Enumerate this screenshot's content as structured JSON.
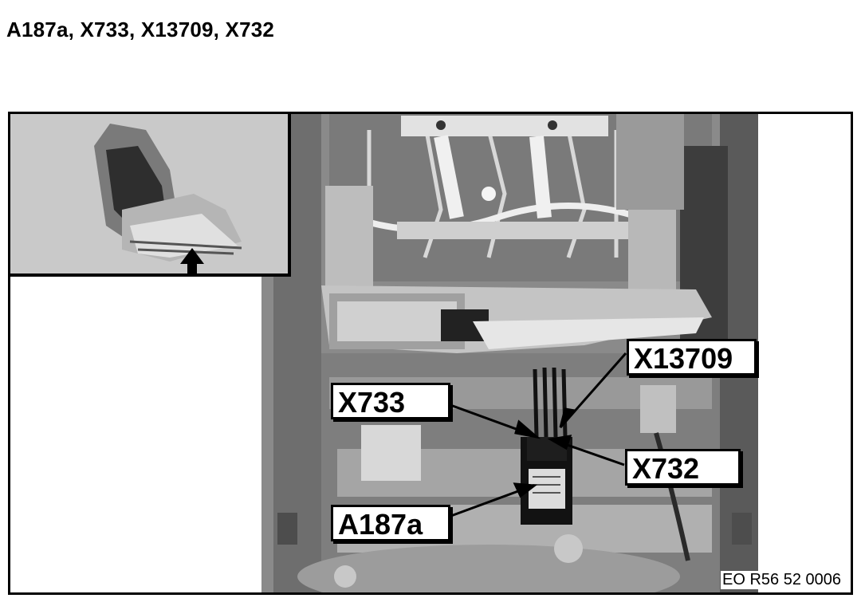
{
  "document": {
    "title": "A187a, X733, X13709, X732"
  },
  "figure": {
    "reference": "EO R56 52 0006",
    "callouts": {
      "x13709": "X13709",
      "x733": "X733",
      "x732": "X732",
      "a187a": "A187a"
    },
    "inset": {
      "pointer_icon": "arrow-up-icon"
    }
  }
}
